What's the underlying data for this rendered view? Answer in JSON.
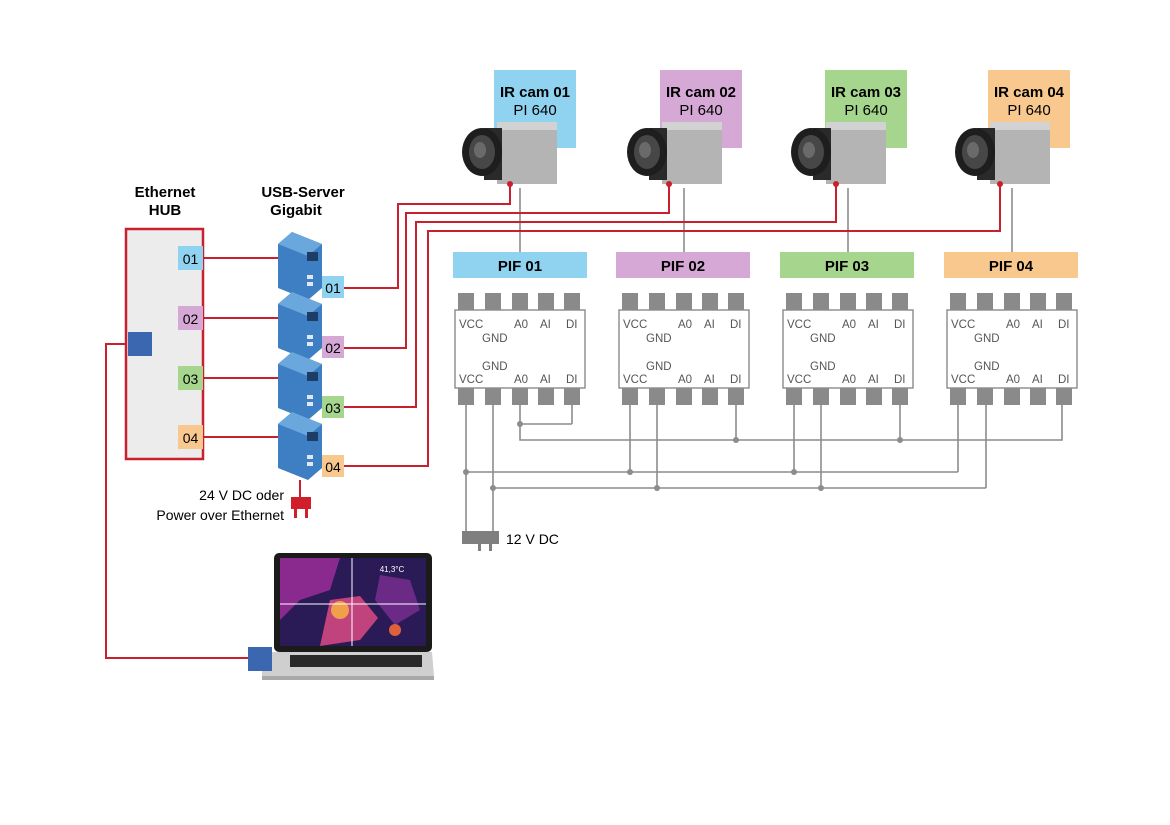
{
  "colors": {
    "wire_red": "#c8202f",
    "wire_gray": "#8c8c8c",
    "hub_border": "#c8202f",
    "hub_fill": "#ececec",
    "port_blue": "#3a67b0",
    "cam1": "#8fd3f1",
    "cam2": "#d5a8d6",
    "cam3": "#a6d68d",
    "cam4": "#f8c88f",
    "pin_gray": "#8a8a8a"
  },
  "hub": {
    "title_line1": "Ethernet",
    "title_line2": "HUB",
    "ports": [
      "01",
      "02",
      "03",
      "04"
    ]
  },
  "usb_server": {
    "title_line1": "USB-Server",
    "title_line2": "Gigabit",
    "ports": [
      "01",
      "02",
      "03",
      "04"
    ],
    "power_line1": "24 V DC oder",
    "power_line2": "Power over Ethernet"
  },
  "cameras": [
    {
      "name": "IR cam 01",
      "model": "PI 640"
    },
    {
      "name": "IR cam 02",
      "model": "PI 640"
    },
    {
      "name": "IR cam 03",
      "model": "PI 640"
    },
    {
      "name": "IR cam 04",
      "model": "PI 640"
    }
  ],
  "pifs": [
    {
      "name": "PIF 01"
    },
    {
      "name": "PIF 02"
    },
    {
      "name": "PIF 03"
    },
    {
      "name": "PIF 04"
    }
  ],
  "pif_pins": {
    "top_row": [
      "VCC",
      "A0",
      "AI",
      "DI"
    ],
    "gnd_top": "GND",
    "gnd_bottom": "GND",
    "bottom_row": [
      "VCC",
      "A0",
      "AI",
      "DI"
    ]
  },
  "power_supply": {
    "label": "12 V DC"
  },
  "laptop": {
    "temperature_readout": "41,3°C"
  }
}
